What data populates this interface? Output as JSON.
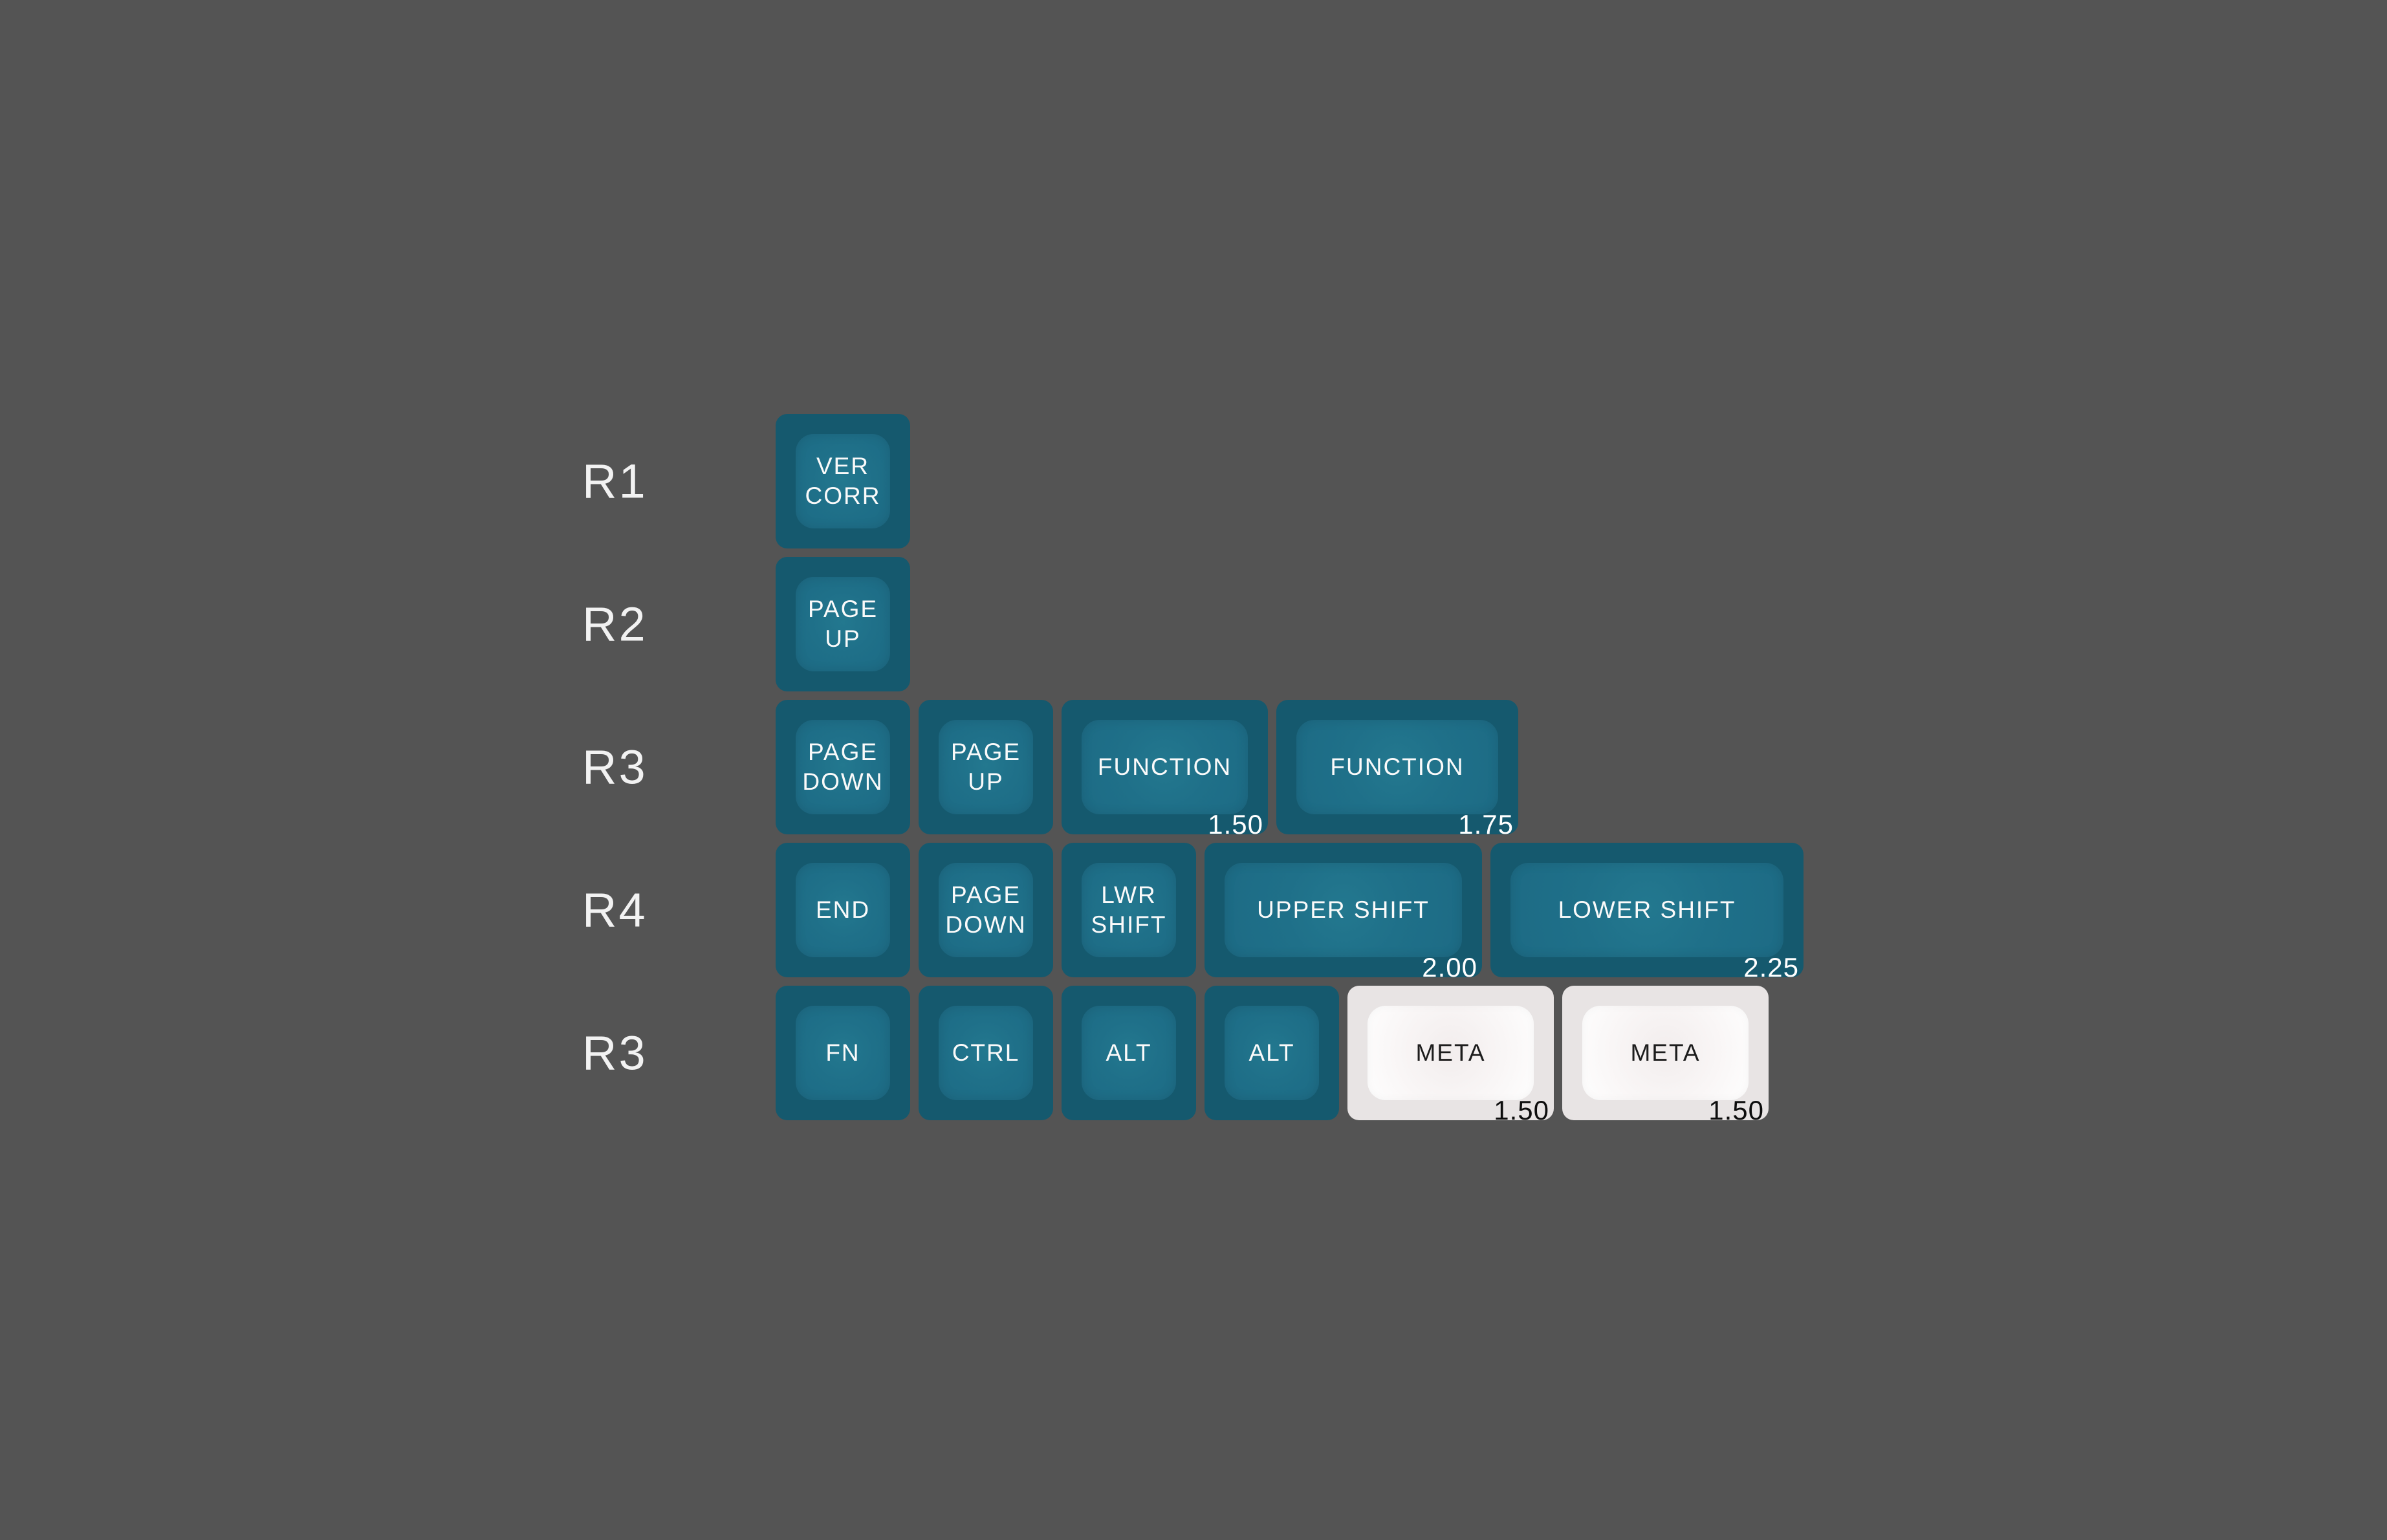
{
  "colors": {
    "background": "#545454",
    "blue_key_base": "#15596e",
    "blue_key_top": "#1f7089",
    "blue_key_top_center": "#23788f",
    "blue_key_legend": "#fafafa",
    "blue_size_label": "#ffffff",
    "white_key_base": "#e8e4e4",
    "white_key_top": "#fefefe",
    "white_key_top_center": "#f2eded",
    "white_key_legend": "#1d1d1d",
    "white_size_label": "#0d0d0d",
    "row_label_color": "#f2f2f2"
  },
  "keyboard": {
    "rows": [
      {
        "label": "R1",
        "keys": [
          {
            "legend": [
              "VER",
              "CORR"
            ],
            "width": 1,
            "color": "blue"
          }
        ]
      },
      {
        "label": "R2",
        "keys": [
          {
            "legend": [
              "PAGE",
              "UP"
            ],
            "width": 1,
            "color": "blue"
          }
        ]
      },
      {
        "label": "R3",
        "keys": [
          {
            "legend": [
              "PAGE",
              "DOWN"
            ],
            "width": 1,
            "color": "blue"
          },
          {
            "legend": [
              "PAGE",
              "UP"
            ],
            "width": 1,
            "color": "blue"
          },
          {
            "legend": [
              "FUNCTION"
            ],
            "width": 1.5,
            "width_label": "1.50",
            "color": "blue"
          },
          {
            "legend": [
              "FUNCTION"
            ],
            "width": 1.75,
            "width_label": "1.75",
            "color": "blue"
          }
        ]
      },
      {
        "label": "R4",
        "keys": [
          {
            "legend": [
              "END"
            ],
            "width": 1,
            "color": "blue"
          },
          {
            "legend": [
              "PAGE",
              "DOWN"
            ],
            "width": 1,
            "color": "blue"
          },
          {
            "legend": [
              "LWR",
              "SHIFT"
            ],
            "width": 1,
            "color": "blue"
          },
          {
            "legend": [
              "UPPER SHIFT"
            ],
            "width": 2,
            "width_label": "2.00",
            "color": "blue"
          },
          {
            "legend": [
              "LOWER SHIFT"
            ],
            "width": 2.25,
            "width_label": "2.25",
            "color": "blue"
          }
        ]
      },
      {
        "label": "R3",
        "keys": [
          {
            "legend": [
              "FN"
            ],
            "width": 1,
            "color": "blue"
          },
          {
            "legend": [
              "CTRL"
            ],
            "width": 1,
            "color": "blue"
          },
          {
            "legend": [
              "ALT"
            ],
            "width": 1,
            "color": "blue"
          },
          {
            "legend": [
              "ALT"
            ],
            "width": 1,
            "color": "blue"
          },
          {
            "legend": [
              "META"
            ],
            "width": 1.5,
            "width_label": "1.50",
            "color": "white"
          },
          {
            "legend": [
              "META"
            ],
            "width": 1.5,
            "width_label": "1.50",
            "color": "white"
          }
        ]
      }
    ]
  }
}
